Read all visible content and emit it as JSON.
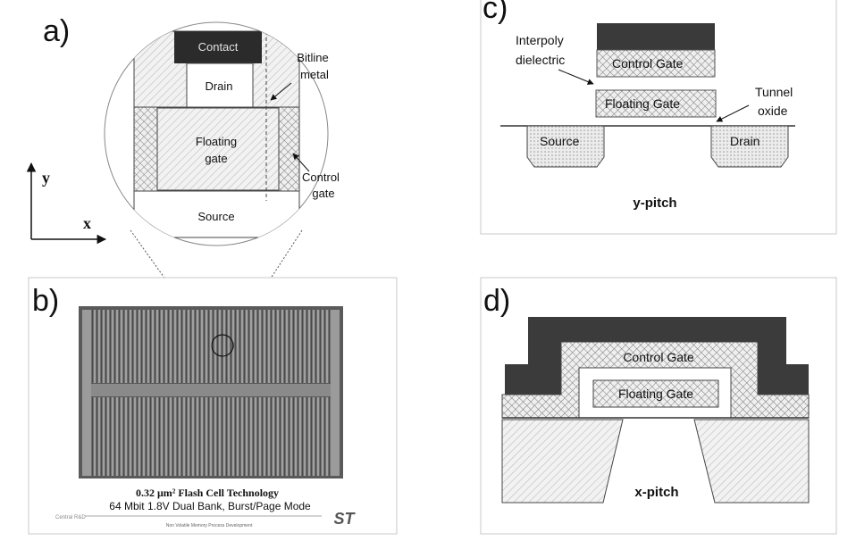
{
  "panels": {
    "a": {
      "letter": "a)",
      "labels": {
        "contact": "Contact",
        "drain": "Drain",
        "bitline_line1": "Bitline",
        "bitline_line2": "metal",
        "floating_line1": "Floating",
        "floating_line2": "gate",
        "control_line1": "Control",
        "control_line2": "gate",
        "source": "Source",
        "axis_y": "y",
        "axis_x": "x"
      }
    },
    "b": {
      "letter": "b)",
      "caption_line1": "0.32 μm² Flash Cell Technology",
      "caption_line2": "64 Mbit 1.8V Dual Bank, Burst/Page Mode",
      "footer_left": "Central R&D",
      "footer_small": "Non Volatile Memory Process Development",
      "logo": "ST"
    },
    "c": {
      "letter": "c)",
      "labels": {
        "interpoly_line1": "Interpoly",
        "interpoly_line2": "dielectric",
        "control_gate": "Control Gate",
        "floating_gate": "Floating Gate",
        "tunnel_line1": "Tunnel",
        "tunnel_line2": "oxide",
        "source": "Source",
        "drain": "Drain",
        "pitch": "y-pitch"
      }
    },
    "d": {
      "letter": "d)",
      "labels": {
        "control_gate": "Control Gate",
        "floating_gate": "Floating Gate",
        "pitch": "x-pitch"
      }
    }
  },
  "colors": {
    "metal": "#333333",
    "hatch_light": "#e6e6e6",
    "crosshatch": "#cfcfcf",
    "outline": "#222222"
  }
}
